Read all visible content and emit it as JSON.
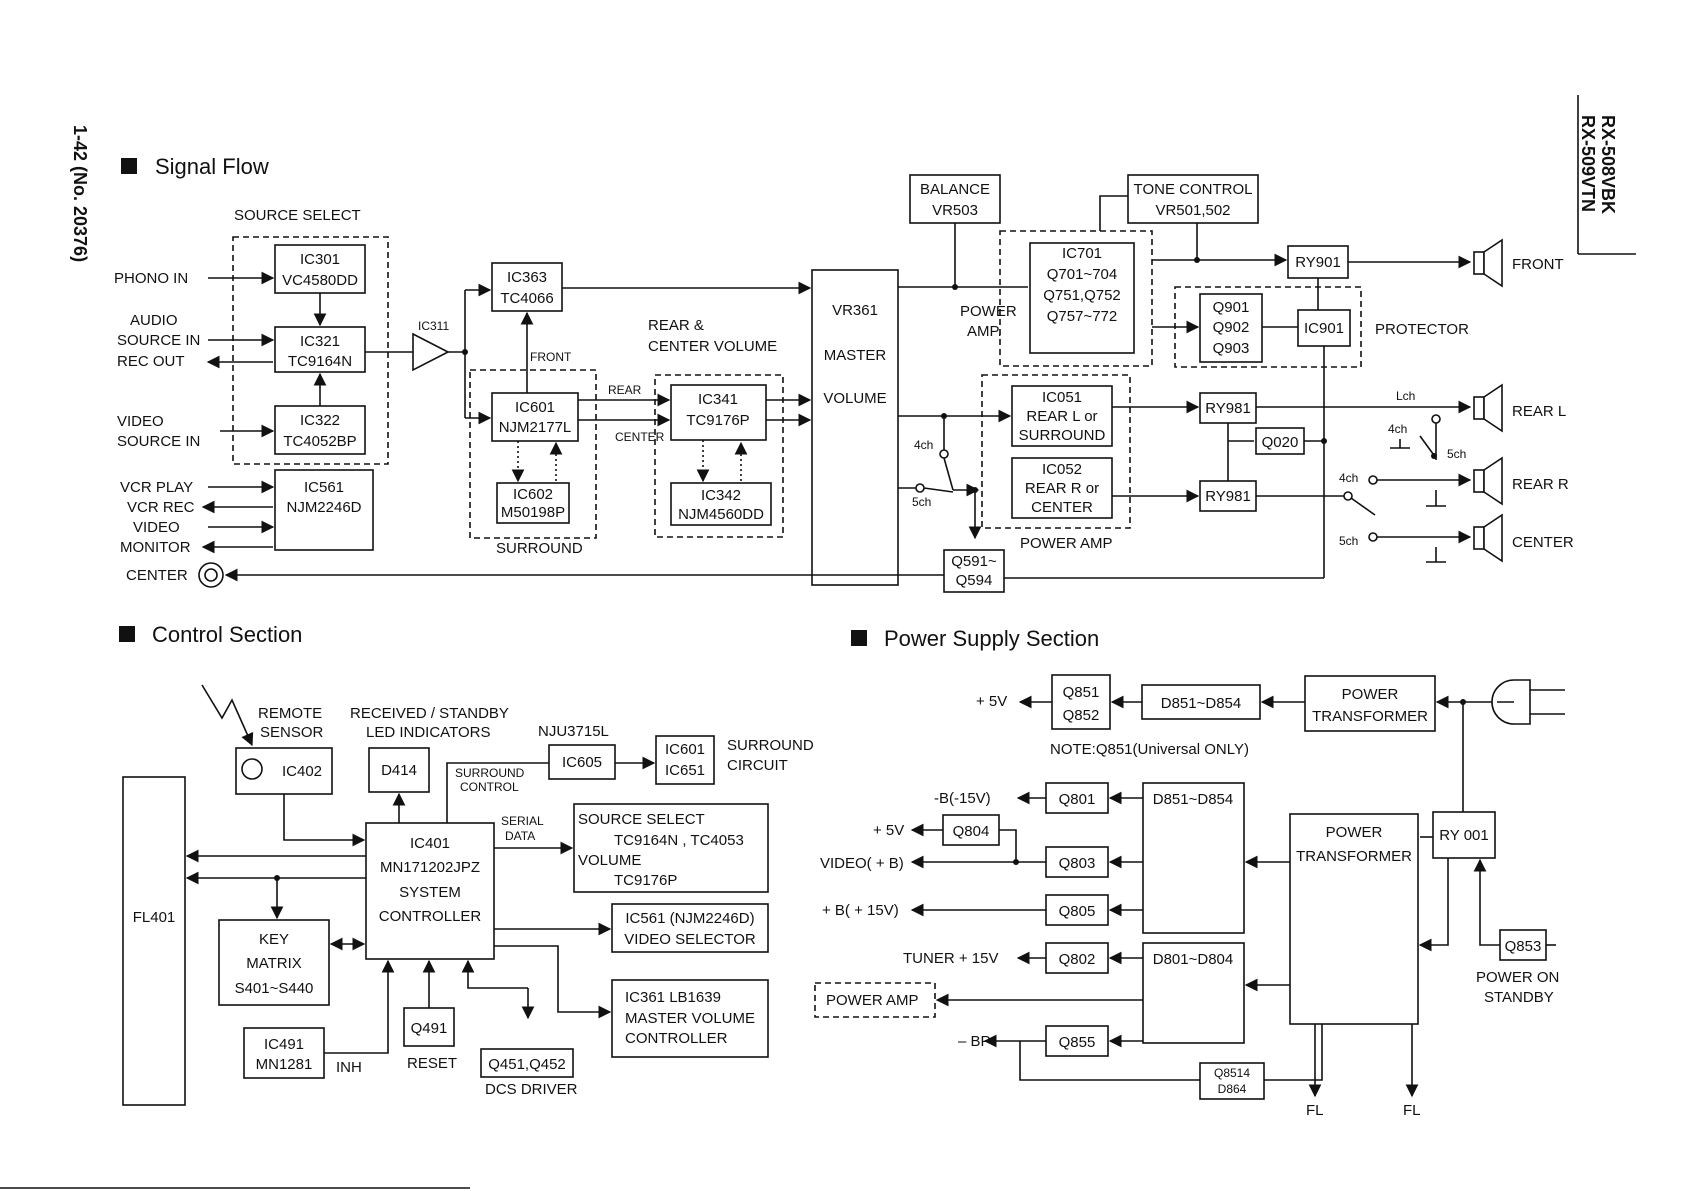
{
  "page_number": "1-42 (No. 20376)",
  "models": [
    "RX-508VBK",
    "RX-509VTN"
  ],
  "sections": {
    "signal_flow": "Signal Flow",
    "control": "Control Section",
    "power": "Power Supply Section"
  },
  "signal": {
    "source_select": "SOURCE SELECT",
    "phono_in": "PHONO IN",
    "audio": "AUDIO",
    "source_in": "SOURCE IN",
    "rec_out": "REC OUT",
    "video": "VIDEO",
    "video_source_in": "SOURCE IN",
    "vcr_play": "VCR PLAY",
    "vcr_rec": "VCR REC",
    "video_monitor_1": "VIDEO",
    "video_monitor_2": "MONITOR",
    "center": "CENTER",
    "ic301": [
      "IC301",
      "VC4580DD"
    ],
    "ic321": [
      "IC321",
      "TC9164N"
    ],
    "ic322": [
      "IC322",
      "TC4052BP"
    ],
    "ic561": [
      "IC561",
      "NJM2246D"
    ],
    "ic311": "IC311",
    "ic363": [
      "IC363",
      "TC4066"
    ],
    "front_lbl": "FRONT",
    "ic601": [
      "IC601",
      "NJM2177L"
    ],
    "ic602": [
      "IC602",
      "M50198P"
    ],
    "surround": "SURROUND",
    "rear_center_vol": [
      "REAR &",
      "CENTER VOLUME"
    ],
    "rear_lbl": "REAR",
    "center_lbl": "CENTER",
    "ic341": [
      "IC341",
      "TC9176P"
    ],
    "ic342": [
      "IC342",
      "NJM4560DD"
    ],
    "vr361": [
      "VR361",
      "MASTER",
      "VOLUME"
    ],
    "balance": [
      "BALANCE",
      "VR503"
    ],
    "tone": [
      "TONE CONTROL",
      "VR501,502"
    ],
    "power_amp": [
      "POWER",
      "AMP."
    ],
    "ic701": [
      "IC701",
      "Q701~704",
      "Q751,Q752",
      "Q757~772"
    ],
    "q901": [
      "Q901",
      "Q902",
      "Q903"
    ],
    "ic901": "IC901",
    "protector": "PROTECTOR",
    "ry901": "RY901",
    "front_out": "FRONT",
    "ic051": [
      "IC051",
      "REAR L or",
      "SURROUND"
    ],
    "ic052": [
      "IC052",
      "REAR R or",
      "CENTER"
    ],
    "power_amp2": "POWER AMP",
    "sw_4ch": "4ch",
    "sw_5ch": "5ch",
    "ry981a": "RY981",
    "ry981b": "RY981",
    "q020": "Q020",
    "lch": "Lch",
    "rear_l": "REAR  L",
    "rear_r": "REAR  R",
    "center_out": "CENTER",
    "q591": [
      "Q591~",
      "Q594"
    ]
  },
  "control": {
    "remote_sensor": [
      "REMOTE",
      "SENSOR"
    ],
    "ic402": "IC402",
    "received": [
      "RECEIVED / STANDBY",
      "LED INDICATORS"
    ],
    "d414": "D414",
    "nju": "NJU3715L",
    "ic605": "IC605",
    "surround_control": [
      "SURROUND",
      "CONTROL"
    ],
    "ic601": [
      "IC601",
      "IC651"
    ],
    "surround_circuit": [
      "SURROUND",
      "CIRCUIT"
    ],
    "serial_data": [
      "SERIAL",
      "DATA"
    ],
    "source_select_box": [
      "SOURCE SELECT",
      "TC9164N , TC4053",
      "VOLUME",
      "TC9176P"
    ],
    "ic401": [
      "IC401",
      "MN171202JPZ",
      "SYSTEM",
      "CONTROLLER"
    ],
    "fl401": "FL401",
    "key_matrix": [
      "KEY",
      "MATRIX",
      "S401~S440"
    ],
    "ic561": [
      "IC561 (NJM2246D)",
      "VIDEO SELECTOR"
    ],
    "ic361": [
      "IC361  LB1639",
      "MASTER VOLUME",
      "CONTROLLER"
    ],
    "ic491": [
      "IC491",
      "MN1281"
    ],
    "inh": "INH",
    "q491": "Q491",
    "reset": "RESET",
    "q451": "Q451,Q452",
    "dcs": "DCS DRIVER"
  },
  "power": {
    "plus5v": "+ 5V",
    "q851": [
      "Q851",
      "Q852"
    ],
    "d851a": "D851~D854",
    "power_transformer_top": [
      "POWER",
      "TRANSFORMER"
    ],
    "note": "NOTE:Q851(Universal  ONLY)",
    "minus_b": "-B(-15V)",
    "q801": "Q801",
    "d851b": "D851~D854",
    "plus5v2": "+ 5V",
    "q804": "Q804",
    "video_b": "VIDEO( + B)",
    "q803": "Q803",
    "plus_b": "+ B( + 15V)",
    "q805": "Q805",
    "tuner": "TUNER  + 15V",
    "q802": "Q802",
    "d801": "D801~D804",
    "power_amp": "POWER AMP",
    "minus_bp": "– BP",
    "q855": "Q855",
    "q8514": [
      "Q8514",
      "D864"
    ],
    "power_transformer": [
      "POWER",
      "TRANSFORMER"
    ],
    "ry001": "RY 001",
    "q853": "Q853",
    "power_on": [
      "POWER ON",
      "STANDBY"
    ],
    "fl1": "FL",
    "fl2": "FL"
  }
}
